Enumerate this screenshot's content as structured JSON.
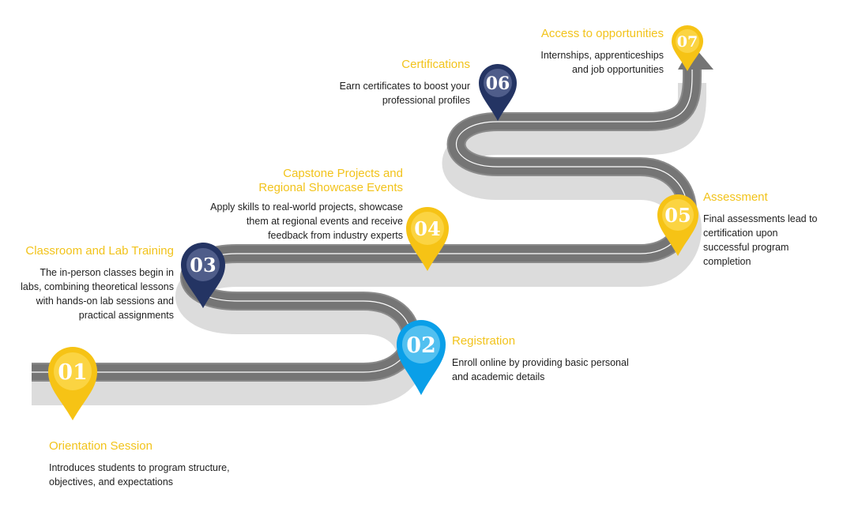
{
  "colors": {
    "title": "#f2c31b",
    "text": "#1e1e1e",
    "road": "#757575",
    "road_edge": "#8a8a8a",
    "road_shadow": "#dcdcdc",
    "road_line": "#ffffff",
    "pin_yellow": "#f6c315",
    "pin_yellow_light": "#fbd442",
    "pin_navy": "#243463",
    "pin_navy_light": "#4f5d8a",
    "pin_blue": "#0a9fe8",
    "pin_blue_light": "#52c0f0"
  },
  "steps": [
    {
      "number": "01",
      "title": "Orientation Session",
      "lines": [
        "Introduces students to program structure,",
        "objectives, and expectations"
      ],
      "pin_color": "yellow"
    },
    {
      "number": "02",
      "title": "Registration",
      "lines": [
        "Enroll online by providing basic personal",
        "and academic details"
      ],
      "pin_color": "blue"
    },
    {
      "number": "03",
      "title": "Classroom and Lab Training",
      "lines": [
        "The in-person classes begin in",
        "labs, combining theoretical lessons",
        "with hands-on lab sessions and",
        "practical assignments"
      ],
      "pin_color": "navy"
    },
    {
      "number": "04",
      "title_lines": [
        "Capstone Projects and",
        "Regional Showcase Events"
      ],
      "lines": [
        "Apply skills to real-world projects, showcase",
        "them at regional events and receive",
        "feedback from industry experts"
      ],
      "pin_color": "yellow"
    },
    {
      "number": "05",
      "title": "Assessment",
      "lines": [
        "Final assessments lead to",
        "certification upon",
        "successful program",
        "completion"
      ],
      "pin_color": "yellow"
    },
    {
      "number": "06",
      "title": "Certifications",
      "lines": [
        "Earn certificates to boost your",
        "professional profiles"
      ],
      "pin_color": "navy"
    },
    {
      "number": "07",
      "title": "Access to opportunities",
      "lines": [
        "Internships, apprenticeships",
        "and job opportunities"
      ],
      "pin_color": "yellow"
    }
  ]
}
